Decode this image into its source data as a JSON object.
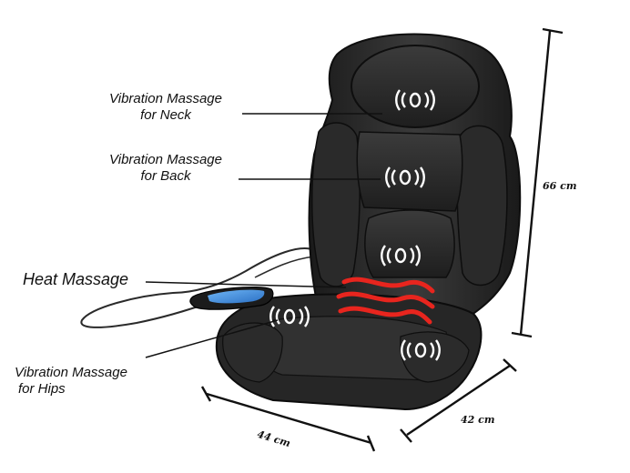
{
  "labels": {
    "neck": [
      "Vibration Massage",
      "for Neck"
    ],
    "back": [
      "Vibration Massage",
      "for Back"
    ],
    "heat": "Heat Massage",
    "hips": [
      "Vibration Massage",
      "for Hips"
    ]
  },
  "dimensions": {
    "height": "66 cm",
    "width": "44 cm",
    "depth": "42 cm"
  },
  "colors": {
    "seat": "#2b2b2b",
    "seat_dark": "#141414",
    "heat": "#e8251e",
    "remote": "#2f7fd6"
  },
  "icons": [
    "vibration-icon",
    "heat-wave-icon",
    "remote-control-icon"
  ]
}
